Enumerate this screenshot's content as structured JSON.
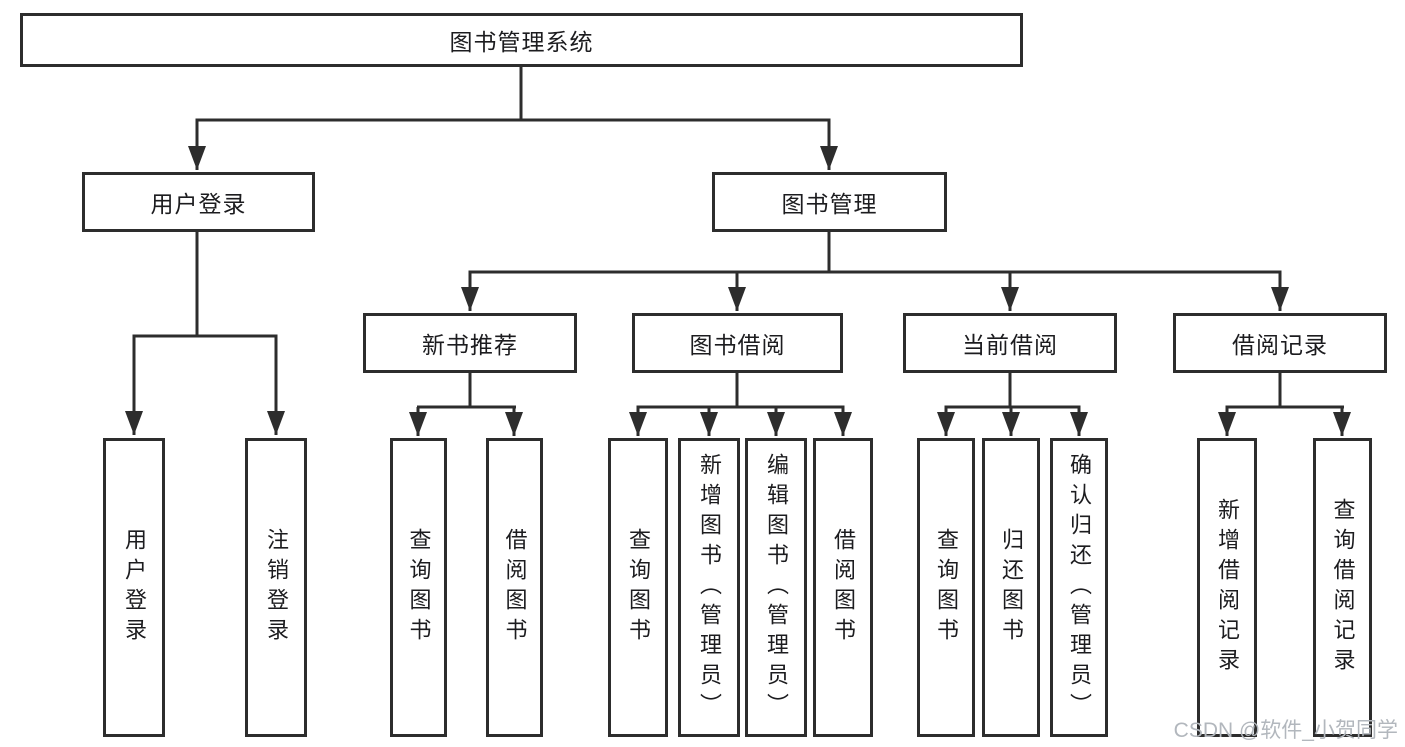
{
  "nodes": {
    "root": {
      "label": "图书管理系统"
    },
    "user_login": {
      "label": "用户登录"
    },
    "book_mgmt": {
      "label": "图书管理"
    },
    "new_book_rec": {
      "label": "新书推荐"
    },
    "book_borrow": {
      "label": "图书借阅"
    },
    "current_borrow": {
      "label": "当前借阅"
    },
    "borrow_record": {
      "label": "借阅记录"
    },
    "leaf_user_login": {
      "label": "用户登录"
    },
    "leaf_logout": {
      "label": "注销登录"
    },
    "leaf_query_book_1": {
      "label": "查询图书"
    },
    "leaf_borrow_book_1": {
      "label": "借阅图书"
    },
    "leaf_query_book_2": {
      "label": "查询图书"
    },
    "leaf_add_book": {
      "label": "新增图书（管理员）"
    },
    "leaf_edit_book": {
      "label": "编辑图书（管理员）"
    },
    "leaf_borrow_book_2": {
      "label": "借阅图书"
    },
    "leaf_query_book_3": {
      "label": "查询图书"
    },
    "leaf_return_book": {
      "label": "归还图书"
    },
    "leaf_confirm_return": {
      "label": "确认归还（管理员）"
    },
    "leaf_add_record": {
      "label": "新增借阅记录"
    },
    "leaf_query_record": {
      "label": "查询借阅记录"
    }
  },
  "edges": [
    [
      "root",
      "user_login"
    ],
    [
      "root",
      "book_mgmt"
    ],
    [
      "user_login",
      "leaf_user_login"
    ],
    [
      "user_login",
      "leaf_logout"
    ],
    [
      "book_mgmt",
      "new_book_rec"
    ],
    [
      "book_mgmt",
      "book_borrow"
    ],
    [
      "book_mgmt",
      "current_borrow"
    ],
    [
      "book_mgmt",
      "borrow_record"
    ],
    [
      "new_book_rec",
      "leaf_query_book_1"
    ],
    [
      "new_book_rec",
      "leaf_borrow_book_1"
    ],
    [
      "book_borrow",
      "leaf_query_book_2"
    ],
    [
      "book_borrow",
      "leaf_add_book"
    ],
    [
      "book_borrow",
      "leaf_edit_book"
    ],
    [
      "book_borrow",
      "leaf_borrow_book_2"
    ],
    [
      "current_borrow",
      "leaf_query_book_3"
    ],
    [
      "current_borrow",
      "leaf_return_book"
    ],
    [
      "current_borrow",
      "leaf_confirm_return"
    ],
    [
      "borrow_record",
      "leaf_add_record"
    ],
    [
      "borrow_record",
      "leaf_query_record"
    ]
  ],
  "watermark": {
    "text": "CSDN @软件_小贺同学"
  },
  "colors": {
    "line": "#2d2d2d",
    "text": "#1c1c1f",
    "watermark_text": "#b2b7bd",
    "background": "#ffffff"
  }
}
